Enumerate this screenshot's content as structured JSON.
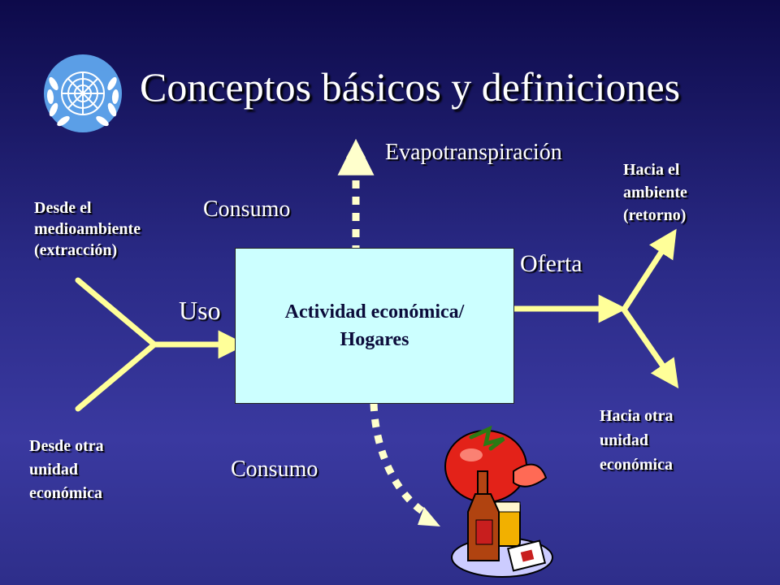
{
  "title": "Conceptos básicos y definiciones",
  "colors": {
    "arrow": "#ffff99",
    "arrow_light": "#ffffcc",
    "box_fill": "#ccffff",
    "text": "#ffffff",
    "background_top": "#0d0a4a",
    "background_bottom": "#3a39a0"
  },
  "icons": {
    "logo": "un-emblem-icon",
    "food": "tomato-beer-glass-icon"
  },
  "center_box": {
    "line1": "Actividad económica/",
    "line2": "Hogares"
  },
  "labels": {
    "from_environment": [
      "Desde el",
      "medioambiente",
      "(extracción)"
    ],
    "from_other_unit": [
      "Desde otra",
      "unidad",
      "económica"
    ],
    "uso": "Uso",
    "consumo_top": "Consumo",
    "consumo_bottom": "Consumo",
    "evapotranspiracion": "Evapotranspiración",
    "oferta": "Oferta",
    "to_environment": [
      "Hacia el",
      "ambiente",
      "(retorno)"
    ],
    "to_other_unit": [
      "Hacia otra",
      "unidad",
      "económica"
    ]
  }
}
